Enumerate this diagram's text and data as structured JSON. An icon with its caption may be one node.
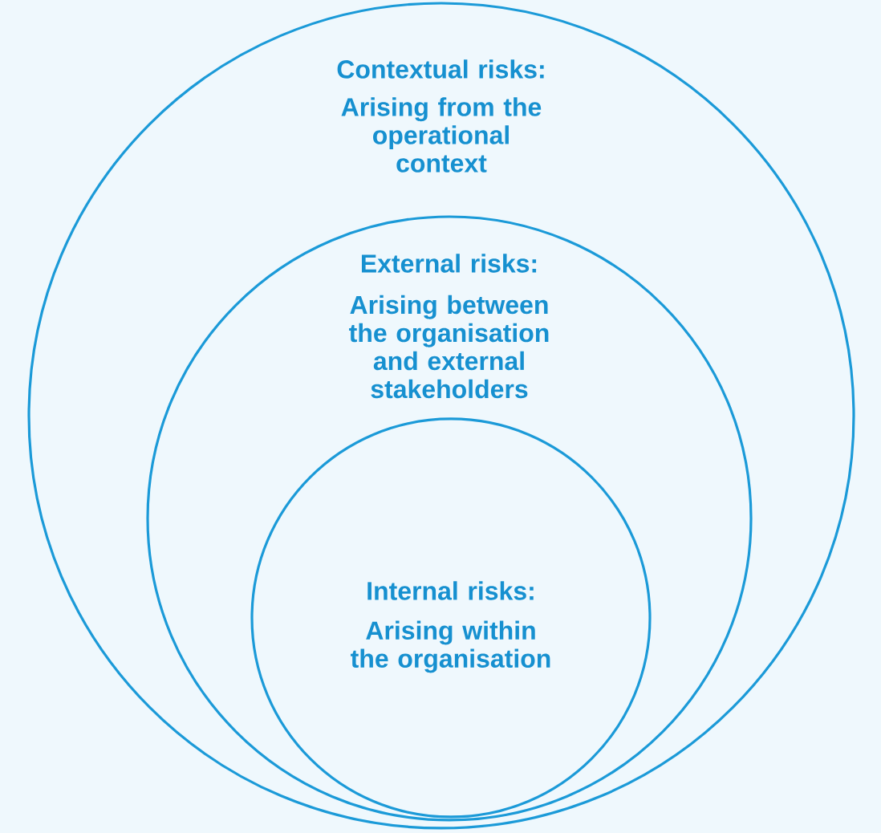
{
  "diagram": {
    "nodes": [
      {
        "text": [
          "Contextual risks:",
          "Arising from the operational context"
        ]
      },
      {
        "text": [
          "External risks:",
          "Arising between the organisation and external stakeholders"
        ],
        "in": 0
      },
      {
        "text": [
          "Internal risks:",
          "Arising within the organisation"
        ],
        "in": 1
      }
    ]
  }
}
